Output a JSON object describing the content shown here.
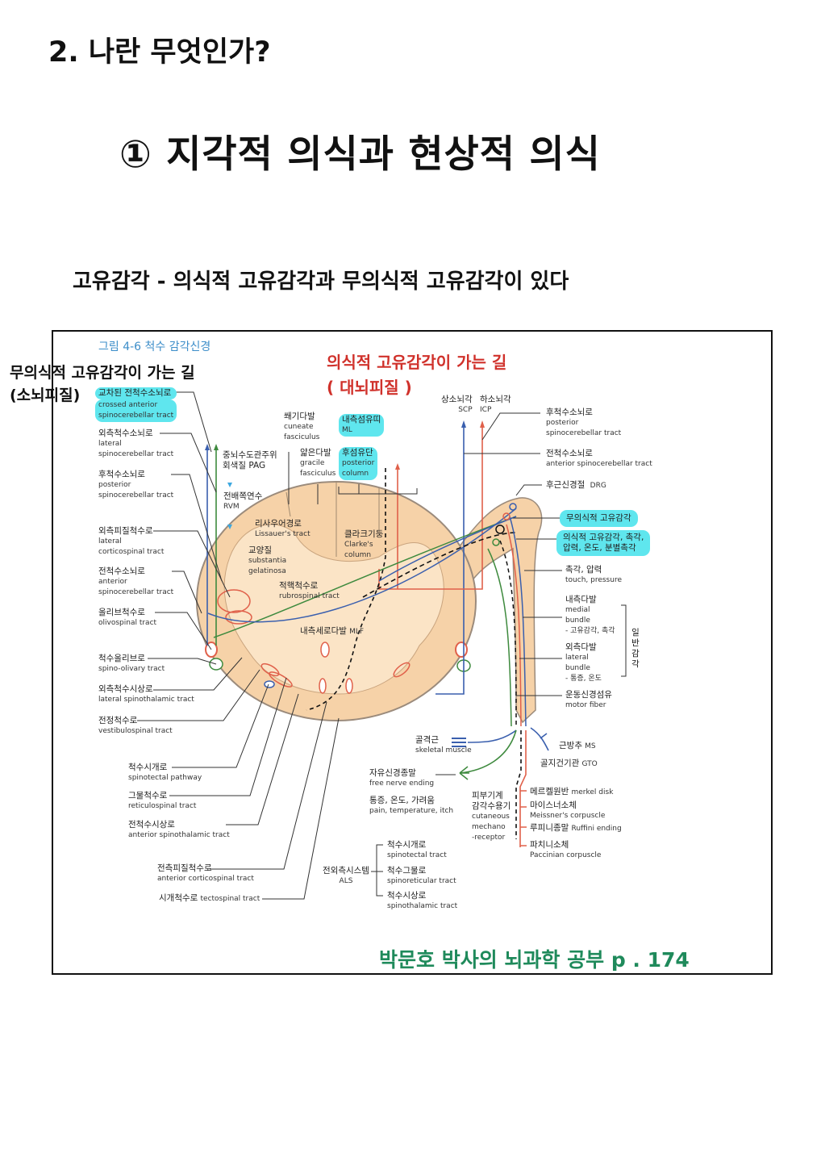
{
  "title": "2. 나란 무엇인가?",
  "subtitle": "① 지각적 의식과 현상적 의식",
  "topic": "고유감각  - 의식적 고유감각과 무의식적 고유감각이 있다",
  "figure": {
    "caption": "그림 4-6 척수 감각신경",
    "overlay_left": [
      "무의식적 고유감각이 가는 길",
      "(소뇌피질)"
    ],
    "overlay_red": [
      "의식적 고유감각이 가는 길",
      "( 대뇌피질 )"
    ],
    "colors": {
      "blue": "#3a5fae",
      "red": "#e0604a",
      "green": "#3e8a3e",
      "cord": "#f6d2a8",
      "highlight": "#5fe6ee"
    },
    "left_labels": [
      {
        "ko": "교차된 전척수소뇌로",
        "en": "crossed anterior\nspinocerebellar tract"
      },
      {
        "ko": "외측척수소뇌로",
        "en": "lateral\nspinocerebellar tract"
      },
      {
        "ko": "후척수소뇌로",
        "en": "posterior\nspinocerebellar tract"
      },
      {
        "ko": "외측피질척수로",
        "en": "lateral\ncorticospinal tract"
      },
      {
        "ko": "전척수소뇌로",
        "en": "anterior\nspinocerebellar tract"
      },
      {
        "ko": "올리브척수로",
        "en": "olivospinal tract"
      },
      {
        "ko": "척수올리브로",
        "en": "spino-olivary tract"
      },
      {
        "ko": "외측척수시상로",
        "en": "lateral spinothalamic tract"
      },
      {
        "ko": "전정척수로",
        "en": "vestibulospinal tract"
      },
      {
        "ko": "척수시개로",
        "en": "spinotectal pathway"
      },
      {
        "ko": "그물척수로",
        "en": "reticulospinal tract"
      },
      {
        "ko": "전척수시상로",
        "en": "anterior spinothalamic tract"
      },
      {
        "ko": "전측피질척수로",
        "en": "anterior corticospinal tract"
      },
      {
        "ko": "시개척수로",
        "en": "tectospinal tract"
      }
    ],
    "center_labels": [
      {
        "ko": "중뇌수도관주위\n회색질  PAG",
        "en": ""
      },
      {
        "ko": "전배쪽연수",
        "en": "RVM"
      },
      {
        "ko": "쐐기다발",
        "en": "cuneate\nfasciculus"
      },
      {
        "ko": "얇은다발",
        "en": "gracile\nfasciculus"
      },
      {
        "ko": "내측섬유띠",
        "en": "ML"
      },
      {
        "ko": "후섬유단",
        "en": "posterior\ncolumn"
      },
      {
        "ko": "리사우어경로",
        "en": "Lissauer's tract"
      },
      {
        "ko": "교양질",
        "en": "substantia\ngelatinosa"
      },
      {
        "ko": "클라크기둥",
        "en": "Clarke's\ncolumn"
      },
      {
        "ko": "적핵척수로",
        "en": "rubrospinal tract"
      },
      {
        "ko": "내측세로다발",
        "en": "MLF"
      },
      {
        "ko": "상소뇌각",
        "en": "SCP"
      },
      {
        "ko": "하소뇌각",
        "en": "ICP"
      }
    ],
    "right_labels": [
      {
        "ko": "후척수소뇌로",
        "en": "posterior\nspinocerebellar tract"
      },
      {
        "ko": "전척수소뇌로",
        "en": "anterior spinocerebellar tract"
      },
      {
        "ko": "후근신경절",
        "en": "DRG"
      },
      {
        "ko": "무의식적 고유감각",
        "en": ""
      },
      {
        "ko": "의식적 고유감각, 촉각,\n압력, 온도, 분별촉각",
        "en": ""
      },
      {
        "ko": "촉각, 압력",
        "en": "touch, pressure"
      },
      {
        "ko": "내측다발",
        "en": "medial\nbundle\n- 고유감각, 촉각"
      },
      {
        "ko": "외측다발",
        "en": "lateral\nbundle\n- 통증, 온도"
      },
      {
        "ko": "일\n반\n감\n각",
        "en": ""
      },
      {
        "ko": "운동신경섬유",
        "en": "motor fiber"
      }
    ],
    "bottom_labels": [
      {
        "ko": "골격근",
        "en": "skeletal muscle"
      },
      {
        "ko": "근방추",
        "en": "MS"
      },
      {
        "ko": "골지건기관",
        "en": "GTO"
      },
      {
        "ko": "자유신경종말",
        "en": "free nerve ending"
      },
      {
        "ko": "통증, 온도, 가려움",
        "en": "pain, temperature, itch"
      },
      {
        "ko": "피부기계\n감각수용기",
        "en": "cutaneous\nmechano\n-receptor"
      },
      {
        "ko": "메르켈원반",
        "en": "merkel disk"
      },
      {
        "ko": "마이스너소체",
        "en": "Meissner's corpuscle"
      },
      {
        "ko": "루피니종말",
        "en": "Ruffini ending"
      },
      {
        "ko": "파치니소체",
        "en": "Paccinian corpuscle"
      },
      {
        "ko": "전외측시스템",
        "en": "ALS"
      },
      {
        "ko": "척수시개로",
        "en": "spinotectal tract"
      },
      {
        "ko": "척수그물로",
        "en": "spinoreticular tract"
      },
      {
        "ko": "척수시상로",
        "en": "spinothalamic tract"
      }
    ],
    "footer": "박문호 박사의 뇌과학 공부 p . 174"
  }
}
